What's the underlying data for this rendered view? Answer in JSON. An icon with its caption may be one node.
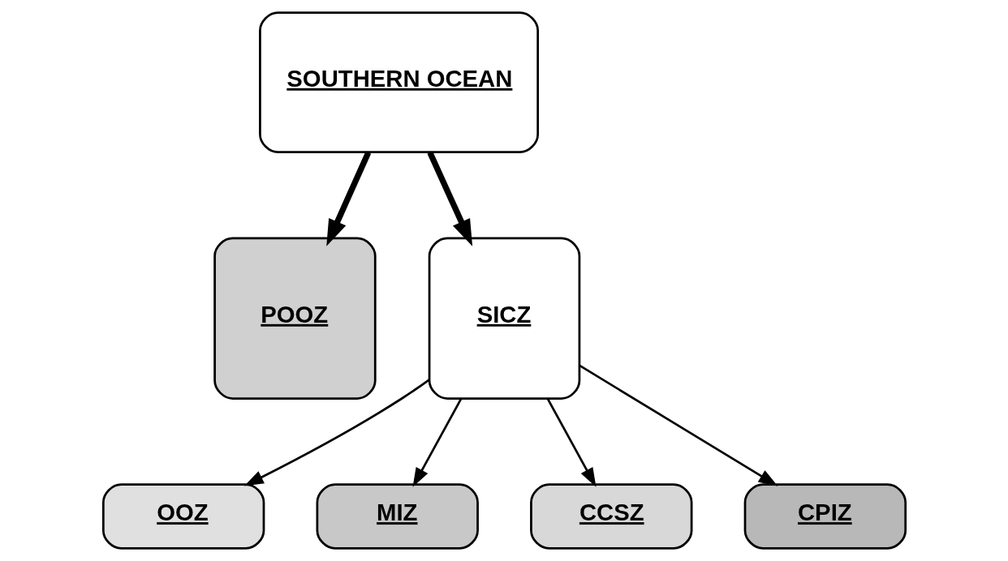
{
  "diagram": {
    "nodes": [
      {
        "text": [
          "SOUTHERN OCEAN"
        ]
      },
      {
        "text": [
          "POOZ"
        ]
      },
      {
        "text": [
          "SICZ"
        ]
      },
      {
        "text": [
          "OOZ"
        ]
      },
      {
        "text": [
          "MIZ"
        ]
      },
      {
        "text": [
          "CCSZ"
        ]
      },
      {
        "text": [
          "CPIZ"
        ]
      }
    ],
    "edges": [
      {
        "from": 0,
        "to": 1,
        "arrow": "to",
        "style": "thick"
      },
      {
        "from": 0,
        "to": 2,
        "arrow": "to",
        "style": "thick"
      },
      {
        "from": 2,
        "to": 3,
        "arrow": "to"
      },
      {
        "from": 2,
        "to": 4,
        "arrow": "to"
      },
      {
        "from": 2,
        "to": 5,
        "arrow": "to"
      },
      {
        "from": 2,
        "to": 6,
        "arrow": "to"
      }
    ]
  }
}
